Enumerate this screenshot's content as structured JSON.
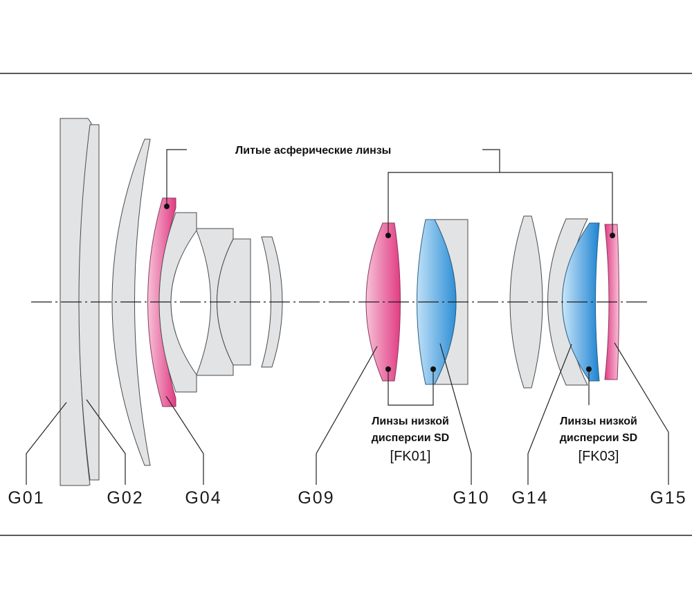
{
  "labels": {
    "g01": "G01",
    "g02": "G02",
    "g04": "G04",
    "g09": "G09",
    "g10": "G10",
    "g14": "G14",
    "g15": "G15"
  },
  "captions": {
    "aspherical": "Литые асферические линзы",
    "sd_left_line1": "Линзы низкой",
    "sd_left_line2": "дисперсии SD",
    "sd_left_glass": "[FK01]",
    "sd_right_line1": "Линзы низкой",
    "sd_right_line2": "дисперсии SD",
    "sd_right_glass": "[FK03]"
  },
  "colors": {
    "aspherical_lens": "#e23c83",
    "sd_lens": "#2e8fd6",
    "standard_lens": "#e2e3e4"
  }
}
